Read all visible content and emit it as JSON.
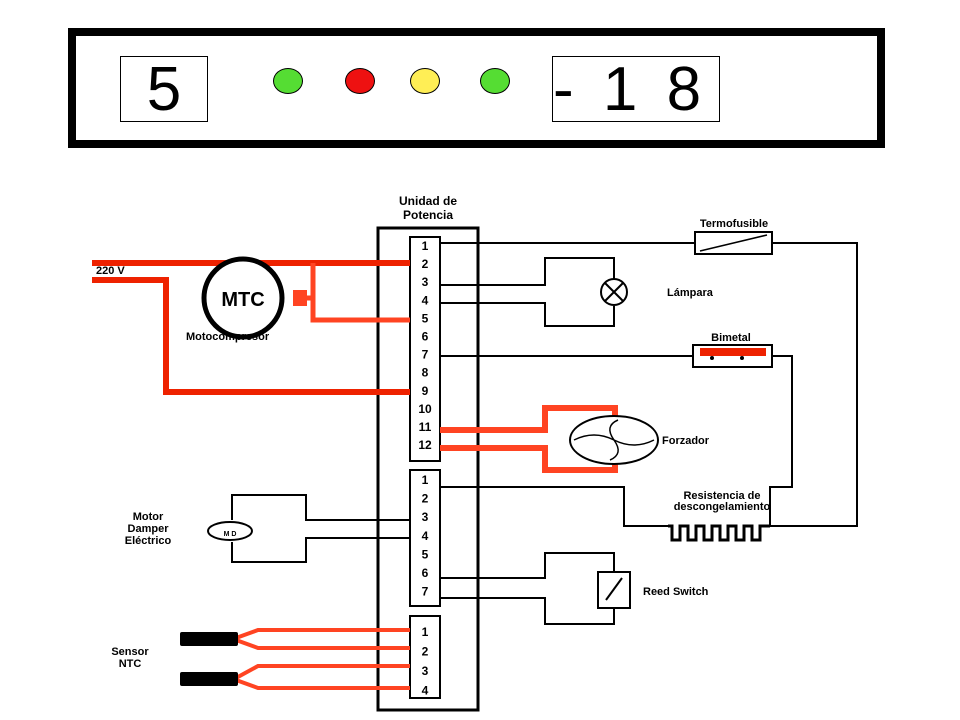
{
  "display": {
    "left_value": "5",
    "right_value": "- 1 8"
  },
  "leds": [
    {
      "color": "#55dd33",
      "name": "led-green-1"
    },
    {
      "color": "#ee1111",
      "name": "led-red"
    },
    {
      "color": "#ffee55",
      "name": "led-yellow"
    },
    {
      "color": "#55dd33",
      "name": "led-green-2"
    }
  ],
  "colors": {
    "wire_red": "#ee2200",
    "wire_orange": "#ff4422",
    "wire_black": "#000000"
  },
  "diagram": {
    "power_unit_label_1": "Unidad de",
    "power_unit_label_2": "Potencia",
    "block1_pins": [
      "1",
      "2",
      "3",
      "4",
      "5",
      "6",
      "7",
      "8",
      "9",
      "10",
      "11",
      "12"
    ],
    "block2_pins": [
      "1",
      "2",
      "3",
      "4",
      "5",
      "6",
      "7"
    ],
    "block3_pins": [
      "1",
      "2",
      "3",
      "4"
    ],
    "voltage_label": "220 V",
    "compressor_symbol": "MTC",
    "compressor_label": "Motocompresor",
    "thermofuse_label": "Termofusible",
    "lamp_label": "Lámpara",
    "bimetal_label": "Bimetal",
    "fan_label": "Forzador",
    "defrost_label_1": "Resistencia de",
    "defrost_label_2": "descongelamiento",
    "damper_label_1": "Motor",
    "damper_label_2": "Damper",
    "damper_label_3": "Eléctrico",
    "damper_symbol": "M D",
    "reed_label": "Reed Switch",
    "sensor_label_1": "Sensor",
    "sensor_label_2": "NTC"
  }
}
